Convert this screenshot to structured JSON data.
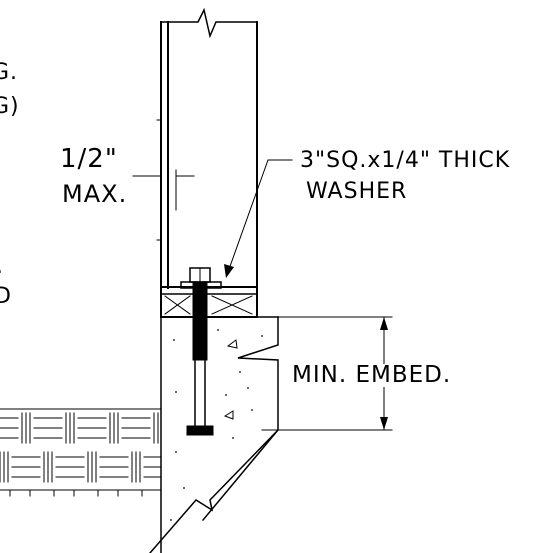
{
  "drawing": {
    "partial_left_notes": [
      "G.",
      "G)",
      ".",
      "D"
    ],
    "gap_dimension": "1/2\"",
    "gap_max": "MAX.",
    "washer_line1": "3\"SQ.x1/4\" THICK",
    "washer_line2": "WASHER",
    "embed_label": "MIN. EMBED."
  },
  "colors": {
    "line": "#000000",
    "background": "#ffffff"
  }
}
